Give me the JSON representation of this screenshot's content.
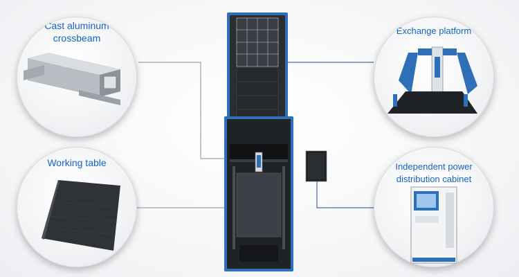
{
  "callouts": {
    "crossbeam": {
      "label_line1": "Cast aluminum",
      "label_line2": "crossbeam"
    },
    "working_table": {
      "label": "Working table"
    },
    "exchange_platform": {
      "label": "Exchange platform"
    },
    "power_cabinet": {
      "label_line1": "Independent power",
      "label_line2": "distribution cabinet"
    }
  },
  "colors": {
    "label_text": "#1565c0",
    "machine_frame": "#2e6fb7",
    "machine_body": "#1f2226",
    "leader_gray": "#8a8f96",
    "leader_blue": "#1d4e8f"
  }
}
